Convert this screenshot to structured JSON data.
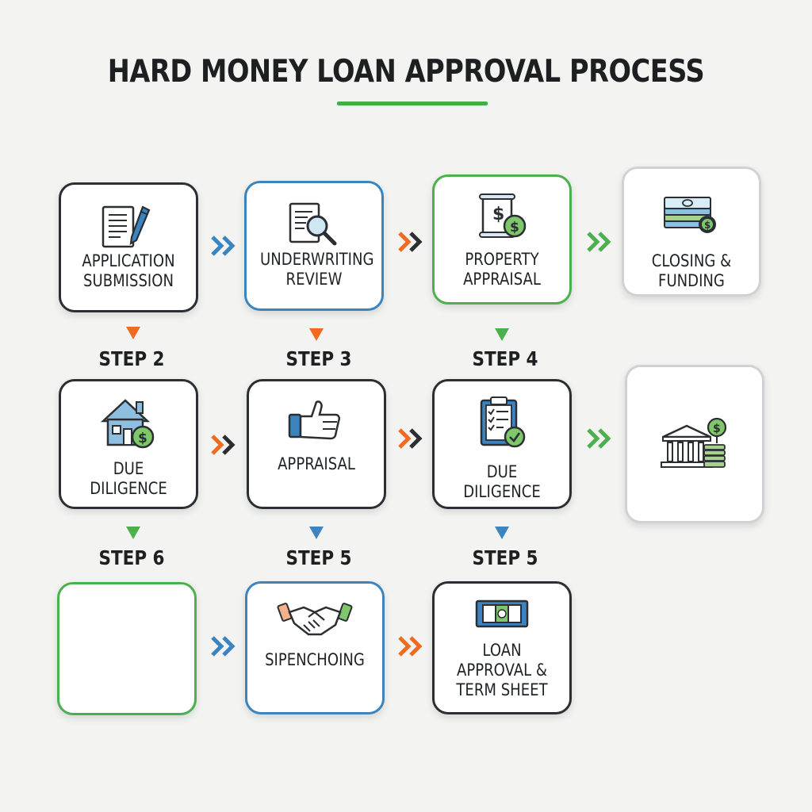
{
  "title": "HARD MONEY LOAN APPROVAL PROCESS",
  "colors": {
    "green": "#4db04e",
    "blue": "#3b84c0",
    "orange": "#f06a22",
    "dark": "#2b2f33",
    "gray": "#cfd2d4"
  },
  "rows": [
    {
      "cards": [
        {
          "label": "APPLICATION SUBMISSION",
          "icon": "document-pen-icon",
          "border": "dark"
        },
        {
          "label": "UNDERWRITING REVIEW",
          "icon": "document-magnifier-icon",
          "border": "blue"
        },
        {
          "label": "PROPERTY APPRAISAL",
          "icon": "scroll-dollar-icon",
          "border": "green"
        },
        {
          "label": "CLOSING & FUNDING",
          "icon": "money-stack-icon",
          "border": "gray"
        }
      ],
      "connectors": [
        "blue",
        "orange",
        "green"
      ]
    },
    {
      "steps": [
        "STEP 2",
        "STEP 3",
        "STEP 4"
      ],
      "step_arrows": [
        "orange",
        "orange",
        "green"
      ],
      "cards": [
        {
          "label": "DUE DILIGENCE",
          "icon": "house-dollar-icon",
          "border": "dark"
        },
        {
          "label": "APPRAISAL",
          "icon": "thumbs-up-icon",
          "border": "dark"
        },
        {
          "label": "DUE DILIGENCE",
          "icon": "clipboard-check-icon",
          "border": "dark"
        },
        {
          "label": "",
          "icon": "bank-coins-icon",
          "border": "gray"
        }
      ],
      "connectors": [
        "orange",
        "orange",
        "green"
      ]
    },
    {
      "steps": [
        "STEP 6",
        "STEP 5",
        "STEP 5"
      ],
      "step_arrows": [
        "green",
        "blue",
        "blue"
      ],
      "cards": [
        {
          "label": "",
          "icon": "",
          "border": "green"
        },
        {
          "label": "SIPENCHOING",
          "icon": "handshake-icon",
          "border": "blue"
        },
        {
          "label": "LOAN APPROVAL & TERM SHEET",
          "icon": "banknote-icon",
          "border": "dark"
        }
      ],
      "connectors": [
        "blue",
        "orange"
      ]
    }
  ]
}
